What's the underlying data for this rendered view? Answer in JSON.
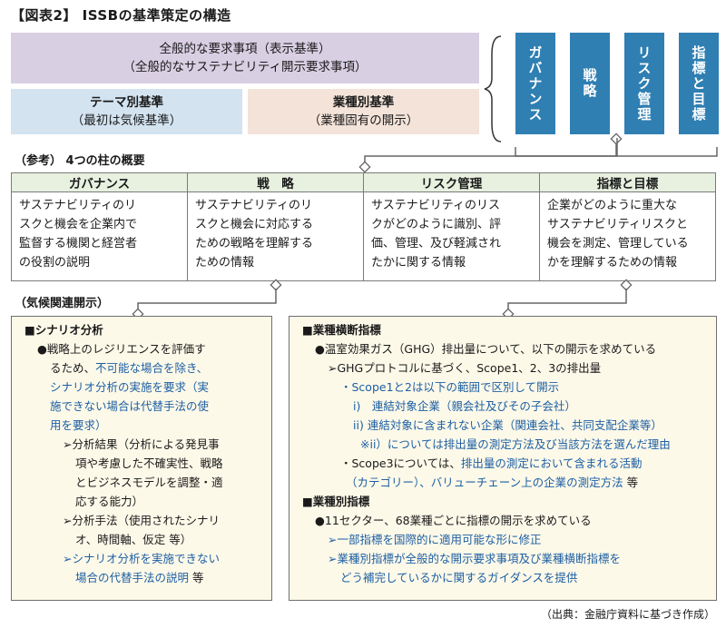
{
  "title": "【図表2】 ISSBの基準策定の構造",
  "top": {
    "general": {
      "line1": "全般的な要求事項（表示基準）",
      "line2": "（全般的なサステナビリティ開示要求事項）"
    },
    "theme": {
      "line1": "テーマ別基準",
      "line2": "（最初は気候基準）"
    },
    "industry": {
      "line1": "業種別基準",
      "line2": "（業種固有の開示）"
    }
  },
  "pillars": [
    "ガバナンス",
    "戦略",
    "リスク管理",
    "指標と目標"
  ],
  "reference": {
    "label": "（参考） 4つの柱の概要",
    "headers": [
      "ガバナンス",
      "戦　略",
      "リスク管理",
      "指標と目標"
    ],
    "cells": [
      [
        "サステナビリティのリ",
        "スクと機会を企業内で",
        "監督する機関と経営者",
        "の役割の説明"
      ],
      [
        "サステナビリティのリ",
        "スクと機会に対応する",
        "ための戦略を理解する",
        "ための情報"
      ],
      [
        "サステナビリティのリス",
        "クがどのように識別、評",
        "価、管理、及び軽減され",
        "たかに関する情報"
      ],
      [
        "企業がどのように重大な",
        "サステナビリティリスクと",
        "機会を測定、管理している",
        "かを理解するための情報"
      ]
    ]
  },
  "climate_label": "（気候関連開示）",
  "left_panel": {
    "heading": "■シナリオ分析",
    "l1": "●戦略上のレジリエンスを評価す",
    "l2a": "るため、",
    "l2b": "不可能な場合を除き、",
    "l3": "シナリオ分析の実施を要求（実",
    "l4": "施できない場合は代替手法の使",
    "l5": "用を要求）",
    "r1_1": "➢分析結果（分析による発見事",
    "r1_2": "項や考慮した不確実性、戦略",
    "r1_3": "とビジネスモデルを調整・適",
    "r1_4": "応する能力）",
    "r2_1": "➢分析手法（使用されたシナリ",
    "r2_2": "オ、時間軸、仮定 等）",
    "r3_1": "➢シナリオ分析を実施できない",
    "r3_2a": "場合の代替手法の説明",
    "r3_2b": " 等"
  },
  "right_panel": {
    "h1": "■業種横断指標",
    "a1": "●温室効果ガス（GHG）排出量について、以下の開示を求めている",
    "a2": "➢GHGプロトコルに基づく、Scope1、2、3の排出量",
    "a3": "・Scope1と2は以下の範囲で区別して開示",
    "a4a": "i)　",
    "a4b": "連結対象企業（親会社及びその子会社）",
    "a5a": "ii)",
    "a5b": "連結対象に含まれない企業（関連会社、共同支配企業等）",
    "a6": "※ii）については排出量の測定方法及び当該方法を選んだ理由",
    "a7a": "・Scope3については、",
    "a7b": "排出量の測定において含まれる活動",
    "a8a": "（カテゴリー）、バリューチェーン上の企業の測定方法",
    "a8b": " 等",
    "h2": "■業種別指標",
    "b1": "●11セクター、68業種ごとに指標の開示を求めている",
    "b2": "➢一部指標を国際的に適用可能な形に修正",
    "b3": "➢業種別指標が全般的な開示要求事項及び業種横断指標を",
    "b4": "どう補完しているかに関するガイダンスを提供"
  },
  "source": "（出典：金融庁資料に基づき作成）"
}
